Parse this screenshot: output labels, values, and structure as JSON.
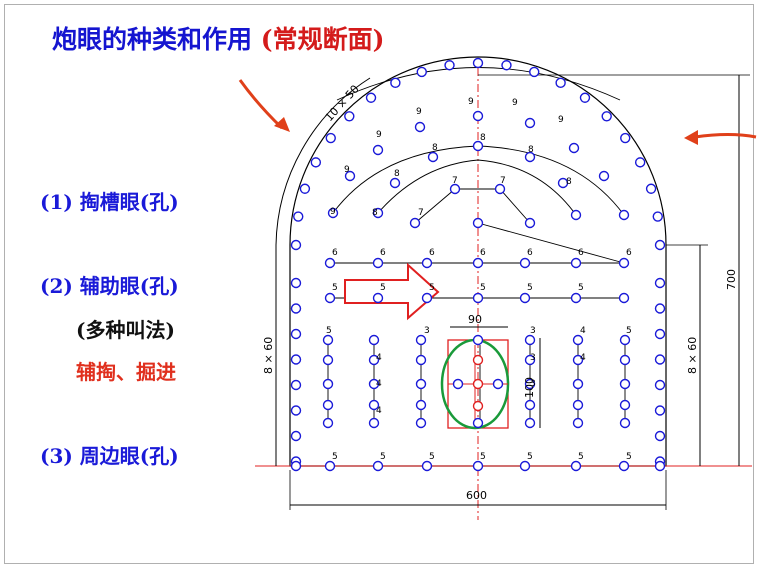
{
  "title": {
    "main": "炮眼的种类和作用",
    "accent": "(常规断面)"
  },
  "labels": {
    "item1": "(1) 掏槽眼(孔)",
    "item2": "(2) 辅助眼(孔)",
    "item2_note": "(多种叫法)",
    "item2_alt": "辅掏、掘进",
    "item3": "(3) 周边眼(孔)"
  },
  "dimensions": {
    "arc_spacing": "10 × 50",
    "side_left": "8 × 60",
    "side_right": "8 × 60",
    "height": "700",
    "width": "600",
    "cut_width": "90",
    "cut_height": "100"
  },
  "hole_numbers": {
    "arc_outer": [
      "9",
      "9",
      "9",
      "9",
      "9",
      "9",
      "9"
    ],
    "arc_middle": [
      "8",
      "8",
      "8",
      "8",
      "8",
      "8"
    ],
    "arc_inner": [
      "7",
      "7",
      "7"
    ],
    "row6": [
      "6",
      "6",
      "6",
      "6",
      "6",
      "6",
      "6"
    ],
    "row5": [
      "5",
      "5",
      "5",
      "5",
      "5",
      "5"
    ],
    "col_top": [
      "5",
      "3",
      "3",
      "4",
      "5"
    ],
    "col_inner": [
      "4",
      "4",
      "4",
      "4",
      "3",
      "3"
    ],
    "bottom": [
      "5",
      "5",
      "5",
      "5",
      "5",
      "5",
      "5"
    ]
  },
  "colors": {
    "title_blue": "#1515d0",
    "accent_red": "#d41b1b",
    "hole_blue": "#1a1ad8",
    "cut_red": "#e02020",
    "cut_green": "#1a9a3a",
    "arrow_orange": "#e0401a"
  },
  "icons": {
    "indicator_arrow": "curved-arrow-icon",
    "direction_arrow": "block-arrow-right-icon"
  }
}
